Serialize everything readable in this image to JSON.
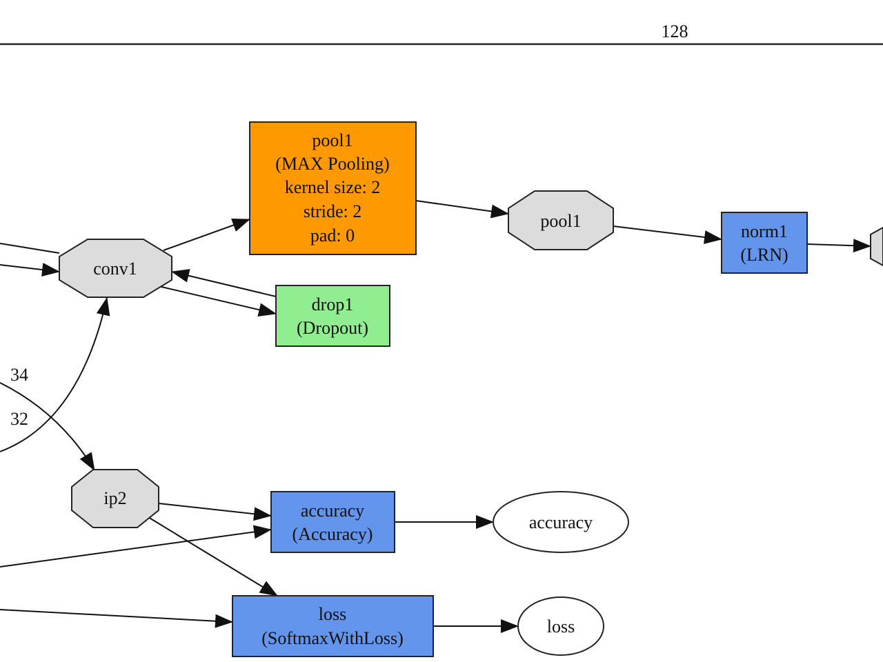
{
  "header": {
    "number": "128"
  },
  "colors": {
    "pooling": "#FF9900",
    "dropout": "#90EE90",
    "layer": "#6495ED",
    "blob": "#DCDCDC",
    "output": "#FFFFFF"
  },
  "nodes": {
    "pool1_layer": [
      "pool1",
      "(MAX Pooling)",
      "kernel size: 2",
      "stride: 2",
      "pad: 0"
    ],
    "pool1_blob": "pool1",
    "norm1_layer": [
      "norm1",
      "(LRN)"
    ],
    "conv1_blob": "conv1",
    "drop1_layer": [
      "drop1",
      "(Dropout)"
    ],
    "ip2_blob": "ip2",
    "accuracy_layer": [
      "accuracy",
      "(Accuracy)"
    ],
    "accuracy_output": "accuracy",
    "loss_layer": [
      "loss",
      "(SoftmaxWithLoss)"
    ],
    "loss_output": "loss"
  },
  "edge_labels": [
    "34",
    "32"
  ]
}
